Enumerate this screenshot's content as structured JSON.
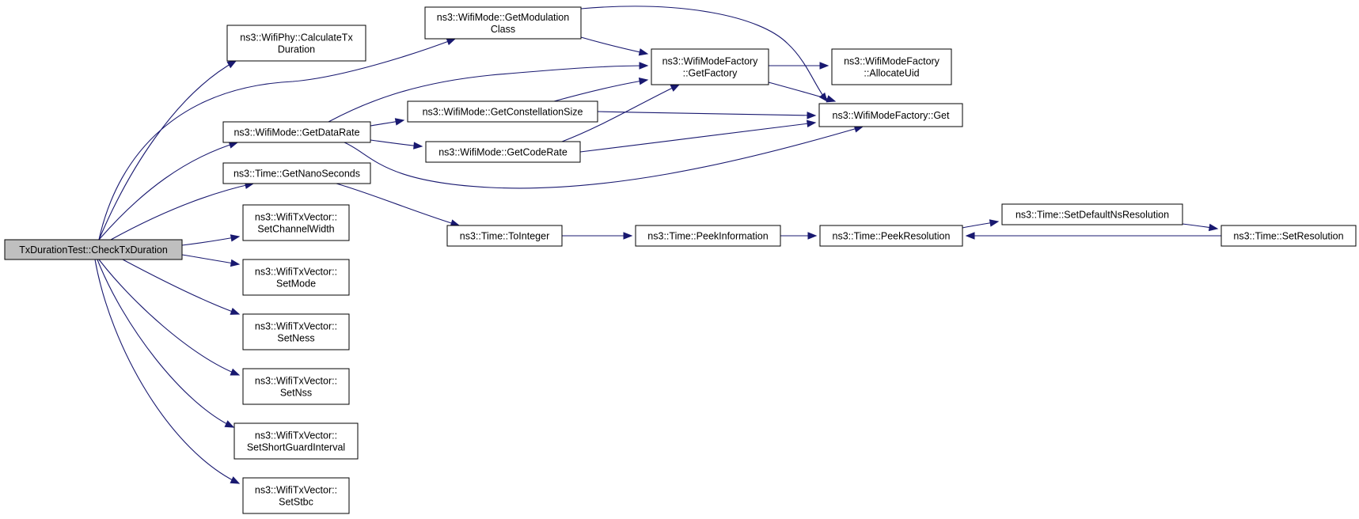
{
  "graph": {
    "nodes": [
      {
        "id": "check_tx_duration",
        "lines": [
          "TxDurationTest::CheckTxDuration"
        ],
        "highlighted": true
      },
      {
        "id": "calculate_tx_duration",
        "lines": [
          "ns3::WifiPhy::CalculateTx",
          "Duration"
        ]
      },
      {
        "id": "get_data_rate",
        "lines": [
          "ns3::WifiMode::GetDataRate"
        ]
      },
      {
        "id": "get_nano_seconds",
        "lines": [
          "ns3::Time::GetNanoSeconds"
        ]
      },
      {
        "id": "set_channel_width",
        "lines": [
          "ns3::WifiTxVector::",
          "SetChannelWidth"
        ]
      },
      {
        "id": "set_mode",
        "lines": [
          "ns3::WifiTxVector::",
          "SetMode"
        ]
      },
      {
        "id": "set_ness",
        "lines": [
          "ns3::WifiTxVector::",
          "SetNess"
        ]
      },
      {
        "id": "set_nss",
        "lines": [
          "ns3::WifiTxVector::",
          "SetNss"
        ]
      },
      {
        "id": "set_short_guard_interval",
        "lines": [
          "ns3::WifiTxVector::",
          "SetShortGuardInterval"
        ]
      },
      {
        "id": "set_stbc",
        "lines": [
          "ns3::WifiTxVector::",
          "SetStbc"
        ]
      },
      {
        "id": "get_modulation_class",
        "lines": [
          "ns3::WifiMode::GetModulation",
          "Class"
        ]
      },
      {
        "id": "get_constellation_size",
        "lines": [
          "ns3::WifiMode::GetConstellationSize"
        ]
      },
      {
        "id": "get_code_rate",
        "lines": [
          "ns3::WifiMode::GetCodeRate"
        ]
      },
      {
        "id": "get_factory",
        "lines": [
          "ns3::WifiModeFactory",
          "::GetFactory"
        ]
      },
      {
        "id": "allocate_uid",
        "lines": [
          "ns3::WifiModeFactory",
          "::AllocateUid"
        ]
      },
      {
        "id": "factory_get",
        "lines": [
          "ns3::WifiModeFactory::Get"
        ]
      },
      {
        "id": "to_integer",
        "lines": [
          "ns3::Time::ToInteger"
        ]
      },
      {
        "id": "peek_information",
        "lines": [
          "ns3::Time::PeekInformation"
        ]
      },
      {
        "id": "peek_resolution",
        "lines": [
          "ns3::Time::PeekResolution"
        ]
      },
      {
        "id": "set_default_ns_resolution",
        "lines": [
          "ns3::Time::SetDefaultNsResolution"
        ]
      },
      {
        "id": "set_resolution",
        "lines": [
          "ns3::Time::SetResolution"
        ]
      }
    ],
    "edges": [
      {
        "from": "check_tx_duration",
        "to": "calculate_tx_duration"
      },
      {
        "from": "check_tx_duration",
        "to": "get_modulation_class"
      },
      {
        "from": "check_tx_duration",
        "to": "get_data_rate"
      },
      {
        "from": "check_tx_duration",
        "to": "get_nano_seconds"
      },
      {
        "from": "check_tx_duration",
        "to": "set_channel_width"
      },
      {
        "from": "check_tx_duration",
        "to": "set_mode"
      },
      {
        "from": "check_tx_duration",
        "to": "set_ness"
      },
      {
        "from": "check_tx_duration",
        "to": "set_nss"
      },
      {
        "from": "check_tx_duration",
        "to": "set_short_guard_interval"
      },
      {
        "from": "check_tx_duration",
        "to": "set_stbc"
      },
      {
        "from": "get_modulation_class",
        "to": "get_factory"
      },
      {
        "from": "get_modulation_class",
        "to": "factory_get"
      },
      {
        "from": "get_data_rate",
        "to": "get_factory"
      },
      {
        "from": "get_data_rate",
        "to": "get_constellation_size"
      },
      {
        "from": "get_data_rate",
        "to": "get_code_rate"
      },
      {
        "from": "get_data_rate",
        "to": "factory_get"
      },
      {
        "from": "get_constellation_size",
        "to": "get_factory"
      },
      {
        "from": "get_constellation_size",
        "to": "factory_get"
      },
      {
        "from": "get_code_rate",
        "to": "get_factory"
      },
      {
        "from": "get_code_rate",
        "to": "factory_get"
      },
      {
        "from": "get_factory",
        "to": "allocate_uid"
      },
      {
        "from": "get_factory",
        "to": "factory_get"
      },
      {
        "from": "get_nano_seconds",
        "to": "to_integer"
      },
      {
        "from": "to_integer",
        "to": "peek_information"
      },
      {
        "from": "peek_information",
        "to": "peek_resolution"
      },
      {
        "from": "peek_resolution",
        "to": "set_default_ns_resolution"
      },
      {
        "from": "set_default_ns_resolution",
        "to": "set_resolution"
      },
      {
        "from": "set_resolution",
        "to": "peek_resolution"
      }
    ],
    "colors": {
      "edge": "#191970",
      "node_border": "#000000",
      "node_fill": "#ffffff",
      "highlight_fill": "#bfbfbf"
    }
  }
}
